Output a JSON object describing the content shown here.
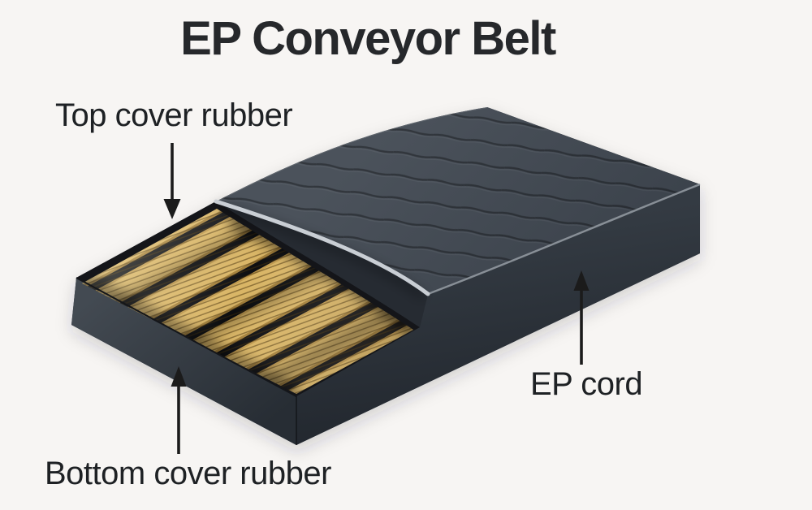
{
  "title": "EP Conveyor Belt",
  "labels": {
    "top_cover": "Top cover rubber",
    "ep_cord": "EP cord",
    "bottom_cover": "Bottom cover rubber"
  },
  "colors": {
    "background": "#f7f5f3",
    "text": "#26282b",
    "arrow": "#1b1b1b",
    "rubber_top_surface": "#434a52",
    "rubber_side_dark": "#262c33",
    "cord_gold": "#d9b565",
    "cord_gap_dark": "#0d0e11",
    "cut_edge_highlight": "#c9ced4"
  }
}
